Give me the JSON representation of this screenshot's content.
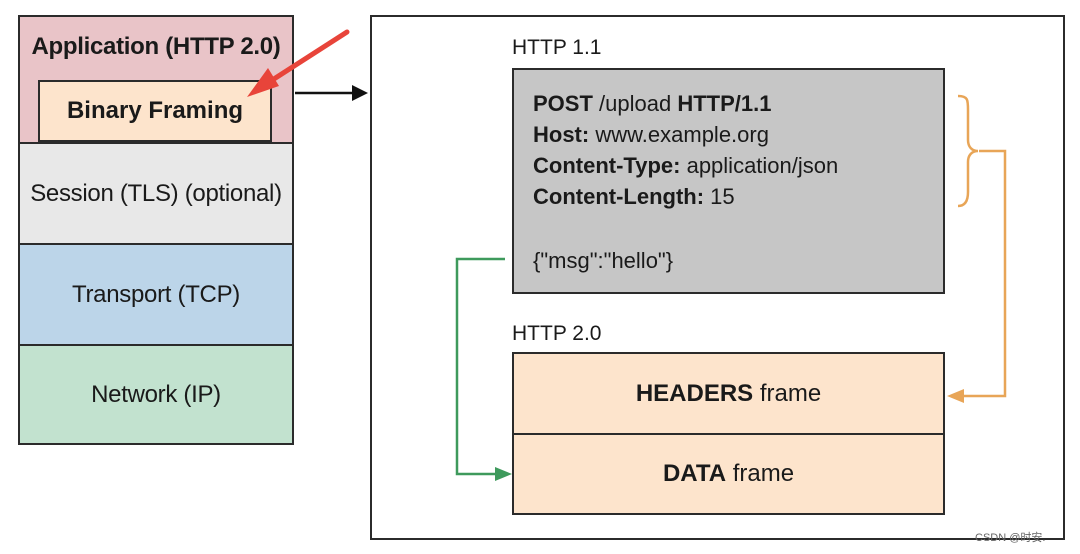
{
  "stack": {
    "application": "Application (HTTP 2.0)",
    "binary_framing": "Binary Framing",
    "session": "Session (TLS) (optional)",
    "transport": "Transport (TCP)",
    "network": "Network (IP)"
  },
  "http11": {
    "label": "HTTP 1.1",
    "request_line": {
      "method": "POST",
      "path": " /upload ",
      "version": "HTTP/1.1"
    },
    "headers": [
      {
        "name": "Host:",
        "value": " www.example.org"
      },
      {
        "name": "Content-Type:",
        "value": " application/json"
      },
      {
        "name": "Content-Length:",
        "value": " 15"
      }
    ],
    "body": "{\"msg\":\"hello\"}"
  },
  "http2": {
    "label": "HTTP 2.0",
    "headers_frame": {
      "bold": "HEADERS",
      "rest": " frame"
    },
    "data_frame": {
      "bold": "DATA",
      "rest": " frame"
    }
  },
  "watermark": "CSDN @时安.",
  "colors": {
    "application": "#e9c4c8",
    "binary_framing": "#fde4cc",
    "session": "#e8e8e8",
    "transport": "#bcd5e9",
    "network": "#c2e2cf",
    "request_box": "#c6c6c6",
    "frame": "#fde4cc",
    "headers_arrow": "#e8a557",
    "data_arrow": "#3e9a5c",
    "pointer_arrow": "#e8443a"
  }
}
